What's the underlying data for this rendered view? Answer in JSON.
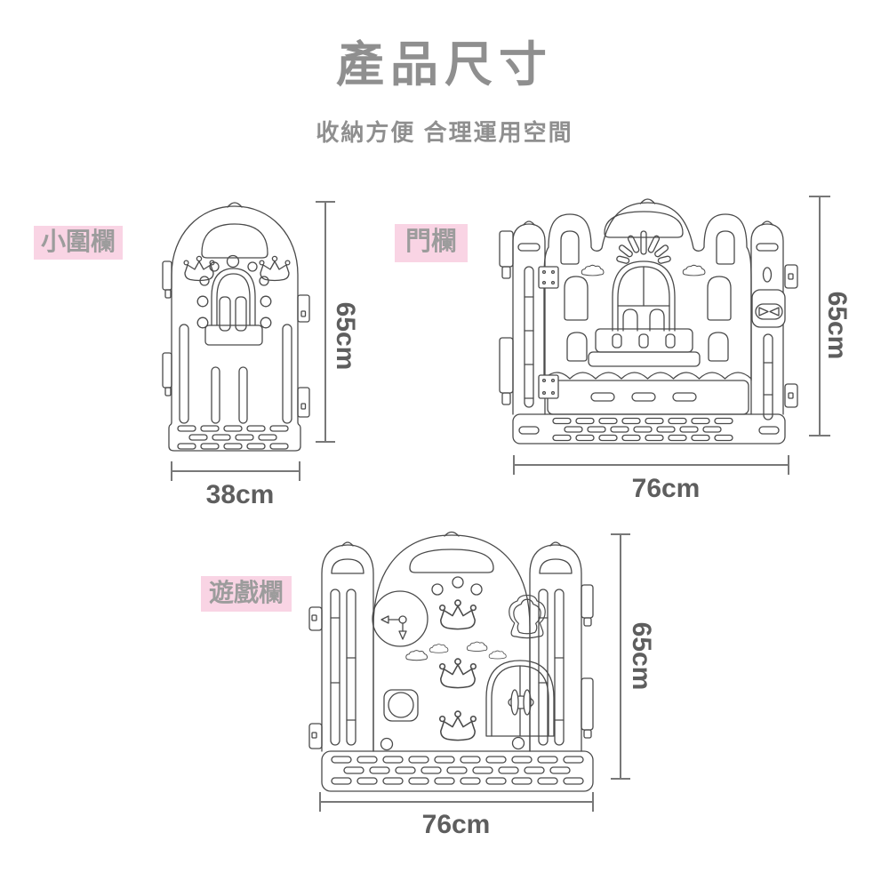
{
  "page": {
    "title": "產品尺寸",
    "subtitle": "收納方便 合理運用空間"
  },
  "figures": [
    {
      "name": "small-fence",
      "label": "小圍欄",
      "width_dim": "38cm",
      "height_dim": "65cm"
    },
    {
      "name": "door-fence",
      "label": "門欄",
      "width_dim": "76cm",
      "height_dim": "65cm"
    },
    {
      "name": "play-fence",
      "label": "遊戲欄",
      "width_dim": "76cm",
      "height_dim": "65cm"
    }
  ],
  "colors": {
    "background": "#ffffff",
    "heading_text": "#8f8f8f",
    "label_bg": "#f9d4e4",
    "label_text": "#9c9c9c",
    "line_art": "#4a4a4a",
    "dimension_line": "#787878",
    "dimension_text": "#5e5e5e"
  }
}
